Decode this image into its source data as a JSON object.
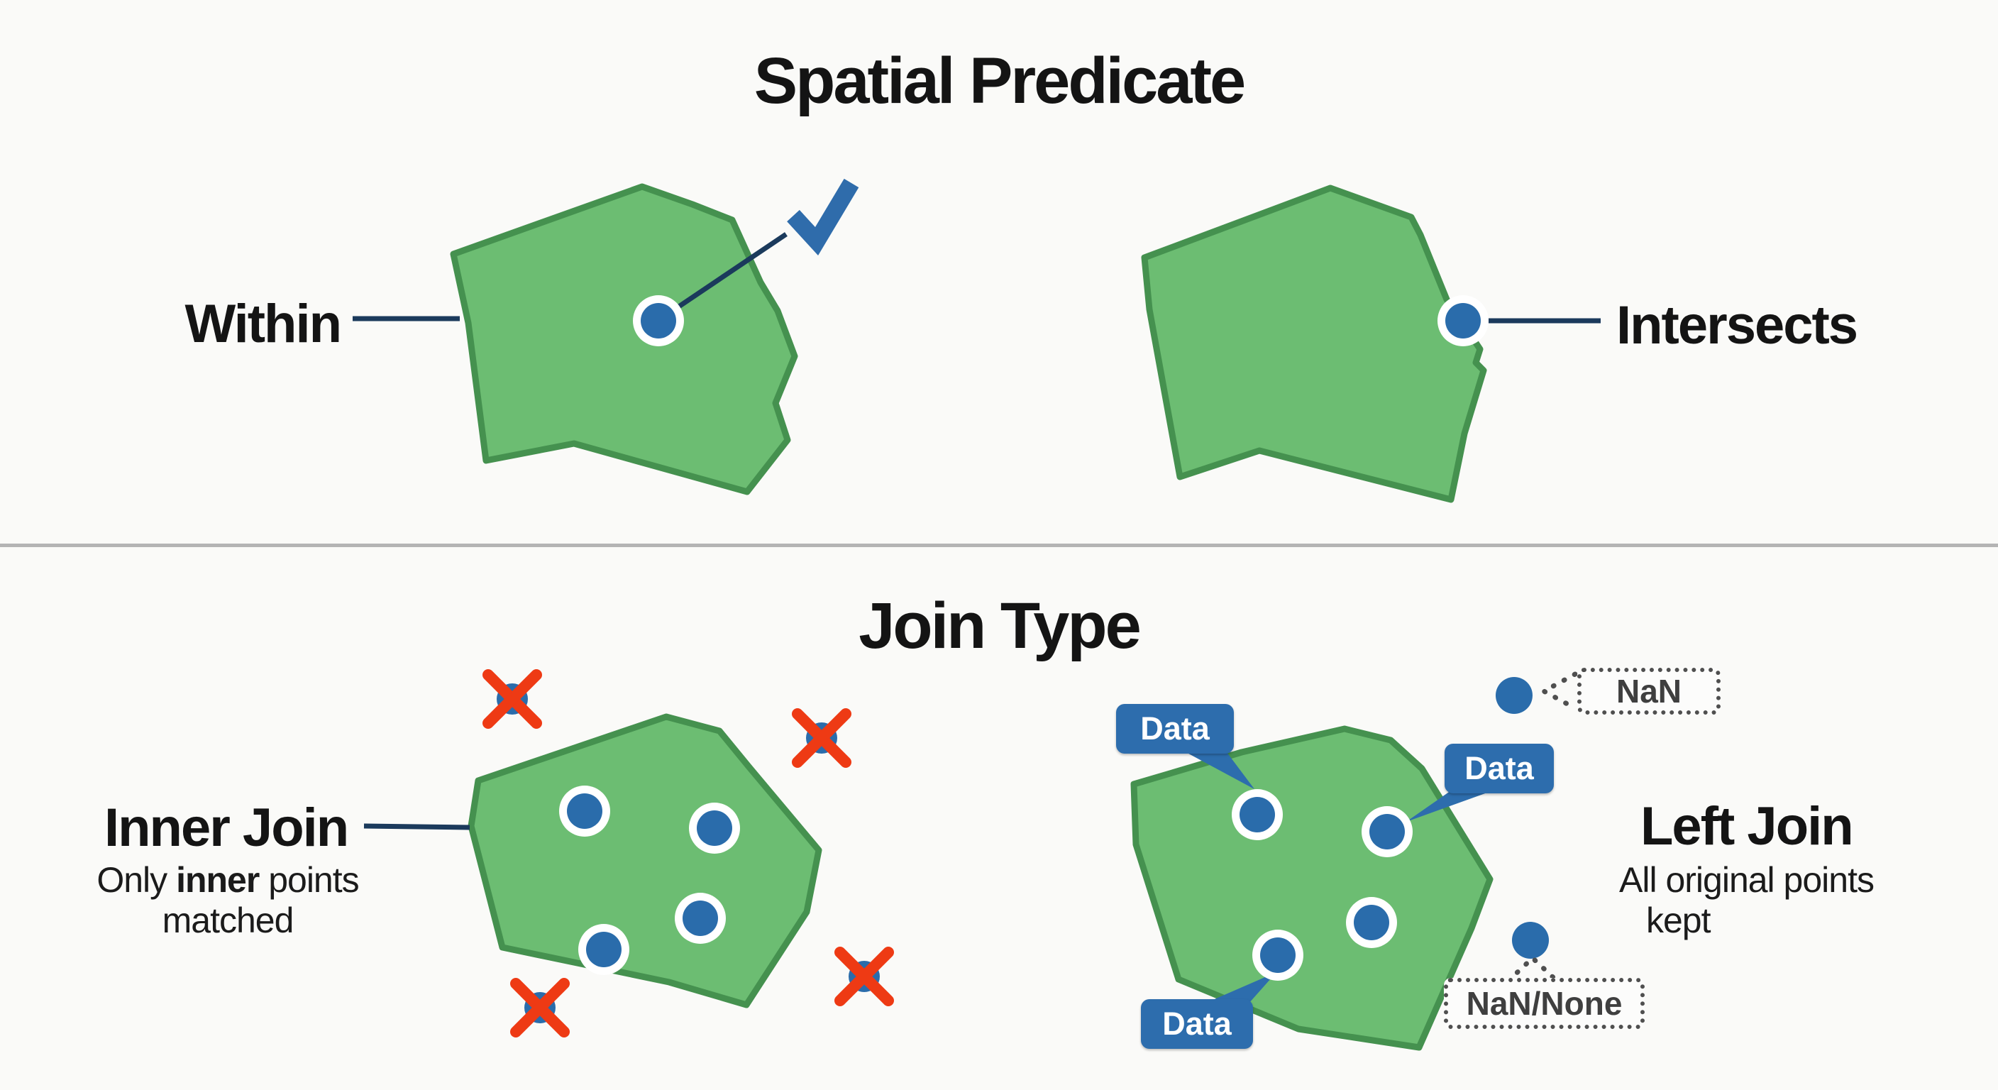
{
  "colors": {
    "background": "#fafaf8",
    "polygon_fill": "#6cbd72",
    "polygon_stroke": "#45914f",
    "point_blue": "#2a6cab",
    "navy_line": "#1b3a5c",
    "check_blue": "#2f6cab",
    "data_badge_blue": "#2d6dad",
    "reject_red": "#ee3a14",
    "divider_gray": "#b4b4b4",
    "nan_text_gray": "#3f3f3f"
  },
  "spatial_predicate": {
    "title": "Spatial Predicate",
    "within": {
      "label": "Within",
      "icon": "checkmark-icon"
    },
    "intersects": {
      "label": "Intersects"
    }
  },
  "join_type": {
    "title": "Join Type",
    "inner_join": {
      "label": "Inner Join",
      "subtitle_prefix": "Only ",
      "subtitle_bold": "inner",
      "subtitle_suffix": " points",
      "subtitle_line2": "matched"
    },
    "left_join": {
      "label": "Left Join",
      "subtitle_line1": "All original points",
      "subtitle_line2": "kept",
      "data_label": "Data",
      "nan_label": "NaN",
      "nan_none_label": "NaN/None"
    }
  }
}
